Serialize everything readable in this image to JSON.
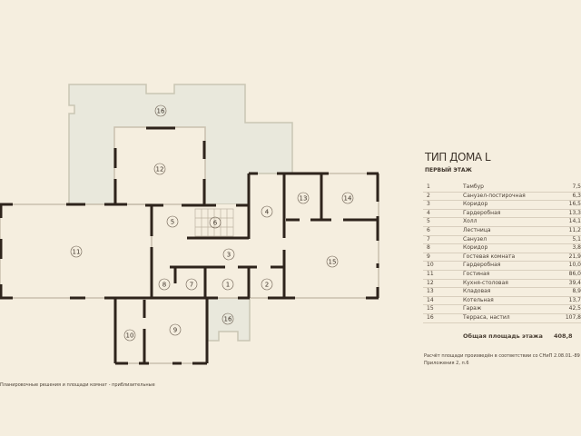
{
  "header": {
    "title": "ТИП ДОМА L",
    "subtitle": "ПЕРВЫЙ ЭТАЖ"
  },
  "rooms": [
    {
      "n": "1",
      "name": "Тамбур",
      "area": "7,5"
    },
    {
      "n": "2",
      "name": "Санузел-постирочная",
      "area": "6,3"
    },
    {
      "n": "3",
      "name": "Коридор",
      "area": "16,5"
    },
    {
      "n": "4",
      "name": "Гардеробная",
      "area": "13,3"
    },
    {
      "n": "5",
      "name": "Холл",
      "area": "14,1"
    },
    {
      "n": "6",
      "name": "Лестница",
      "area": "11,2"
    },
    {
      "n": "7",
      "name": "Санузел",
      "area": "5,1"
    },
    {
      "n": "8",
      "name": "Коридор",
      "area": "3,8"
    },
    {
      "n": "9",
      "name": "Гостевая комната",
      "area": "21,9"
    },
    {
      "n": "10",
      "name": "Гардеробная",
      "area": "10,0"
    },
    {
      "n": "11",
      "name": "Гостиная",
      "area": "86,0"
    },
    {
      "n": "12",
      "name": "Кухня-столовая",
      "area": "39,4"
    },
    {
      "n": "13",
      "name": "Кладовая",
      "area": "8,9"
    },
    {
      "n": "14",
      "name": "Котельная",
      "area": "13,7"
    },
    {
      "n": "15",
      "name": "Гараж",
      "area": "42,5"
    },
    {
      "n": "16",
      "name": "Терраса, настил",
      "area": "107,8"
    }
  ],
  "total": {
    "label": "Общая площадь этажа",
    "value": "408,8"
  },
  "notes": [
    "Расчёт площади произведён в соответствии со СНиП 2.08.01.-89",
    "Приложения 2, п.6"
  ],
  "disclaimer": "Планировочные решения и площади комнат  - приблизительные",
  "plan_labels": [
    "16",
    "12",
    "5",
    "6",
    "4",
    "13",
    "14",
    "11",
    "3",
    "15",
    "8",
    "7",
    "1",
    "2",
    "16",
    "10",
    "9"
  ],
  "colors": {
    "background": "#f5eedf",
    "wall": "#2e241c",
    "terrace": "#e9e8dc"
  }
}
